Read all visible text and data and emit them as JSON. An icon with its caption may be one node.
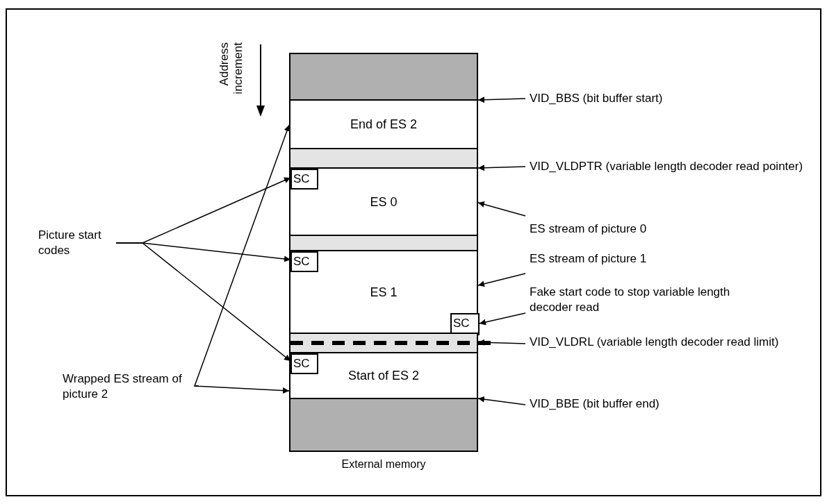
{
  "diagram": {
    "nodes": [
      {
        "text": [
          "External memory"
        ]
      },
      {
        "text": [],
        "shape": "bar",
        "in": 0
      },
      {
        "text": [
          "End of ES 2"
        ],
        "in": 0
      },
      {
        "text": [],
        "shape": "bar",
        "in": 0
      },
      {
        "text": [
          "ES 0"
        ],
        "in": 0
      },
      {
        "text": [
          "SC"
        ],
        "in": 4
      },
      {
        "text": [],
        "shape": "bar",
        "in": 0
      },
      {
        "text": [
          "ES 1"
        ],
        "in": 0
      },
      {
        "text": [
          "SC"
        ],
        "in": 7
      },
      {
        "text": [
          "SC"
        ],
        "in": 7
      },
      {
        "text": [],
        "shape": "bar",
        "in": 0
      },
      {
        "text": [
          "Start of ES 2"
        ],
        "in": 0
      },
      {
        "text": [
          "SC"
        ],
        "in": 11
      },
      {
        "text": [],
        "shape": "bar",
        "in": 0
      },
      {
        "text": [
          "Picture start codes"
        ]
      },
      {
        "text": [
          "Wrapped ES stream of picture 2"
        ]
      },
      {
        "text": [
          "VID_BBS (bit buffer start)"
        ]
      },
      {
        "text": [
          "VID_VLDPTR (variable length decoder read pointer)"
        ]
      },
      {
        "text": [
          "ES stream of picture 0"
        ]
      },
      {
        "text": [
          "ES stream of picture 1"
        ]
      },
      {
        "text": [
          "Fake start code to stop variable length decoder read"
        ]
      },
      {
        "text": [
          "VID_VLDRL (variable length decoder read limit)"
        ]
      },
      {
        "text": [
          "VID_BBE (bit buffer end)"
        ]
      }
    ],
    "edges": [
      {
        "from": 14,
        "to": 5,
        "arrow": "to"
      },
      {
        "from": 14,
        "to": 8,
        "arrow": "to"
      },
      {
        "from": 14,
        "to": 12,
        "arrow": "to"
      },
      {
        "from": 15,
        "to": 2,
        "arrow": "to"
      },
      {
        "from": 15,
        "to": 11,
        "arrow": "to"
      },
      {
        "from": 16,
        "to": 2,
        "arrow": "to"
      },
      {
        "from": 17,
        "to": 4,
        "arrow": "to"
      },
      {
        "from": 18,
        "to": 4,
        "arrow": "to"
      },
      {
        "from": 19,
        "to": 7,
        "arrow": "to"
      },
      {
        "from": 20,
        "to": 9,
        "arrow": "to"
      },
      {
        "from": 21,
        "to": 10,
        "arrow": "to"
      },
      {
        "from": 22,
        "to": 13,
        "arrow": "to"
      }
    ],
    "labels": [
      "Address increment"
    ]
  }
}
